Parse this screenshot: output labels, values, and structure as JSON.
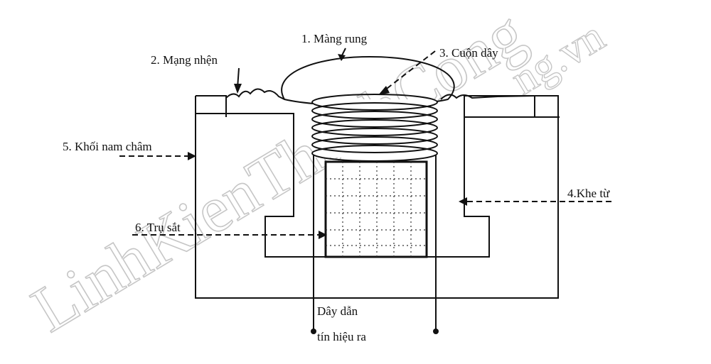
{
  "diagram": {
    "labels": {
      "diaphragm": "1. Màng rung",
      "spider": "2. Mạng nhện",
      "coil": "3. Cuộn dây",
      "magnetic_gap": "4.Khe từ",
      "magnet_block": "5.  Khối  nam  châm",
      "iron_core": "6. Trụ sắt",
      "output_wire_line1": "Dây dẫn",
      "output_wire_line2": "tín hiệu ra"
    },
    "watermark": {
      "text_main": "LinhKienThanhCong",
      "text_domain": "ng.vn"
    }
  }
}
